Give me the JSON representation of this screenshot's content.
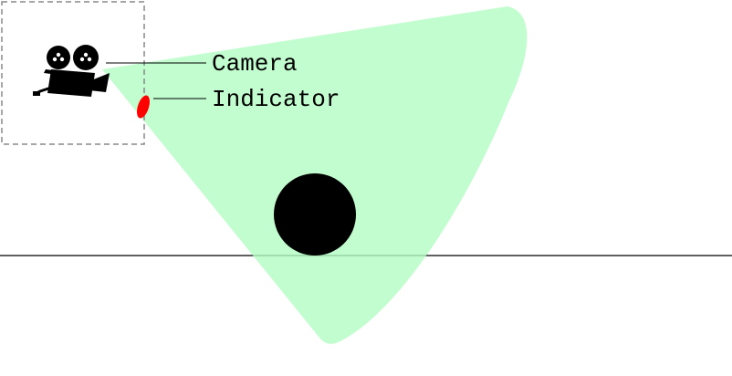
{
  "labels": {
    "camera": "Camera",
    "indicator": "Indicator"
  },
  "icons": {
    "camera": "movie-camera-icon",
    "indicator": "red-indicator-dot"
  },
  "colors": {
    "field_of_view": "#b3fdc3",
    "indicator": "#ff0000",
    "object": "#000000",
    "ground_line": "#000000",
    "frame_border": "#888888",
    "background": "#ffffff"
  }
}
